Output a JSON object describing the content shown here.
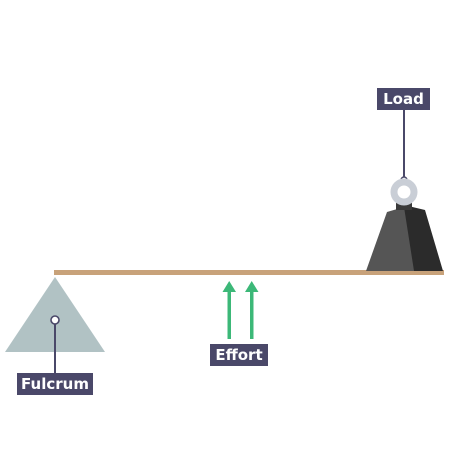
{
  "labels": {
    "load": "Load",
    "effort": "Effort",
    "fulcrum": "Fulcrum"
  },
  "colors": {
    "beam": "#c8a27a",
    "fulcrum": "#b1c2c4",
    "weight_dark": "#2b2b2b",
    "weight_mid": "#4a4a4a",
    "weight_light": "#5c5c5c",
    "ring": "#c9ced6",
    "arrow": "#3cb878",
    "tag_bg": "#4a4869",
    "tag_text": "#ffffff"
  }
}
